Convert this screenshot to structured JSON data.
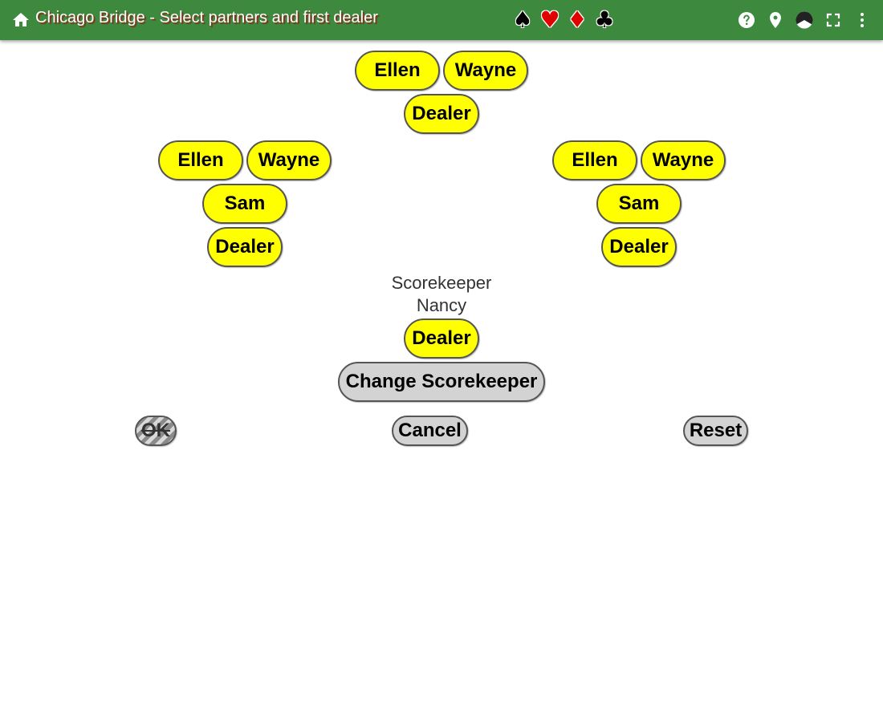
{
  "header": {
    "title": "Chicago Bridge - Select partners and first dealer",
    "suits": [
      {
        "symbol": "♠",
        "color": "#000000"
      },
      {
        "symbol": "♥",
        "color": "#e00000"
      },
      {
        "symbol": "♦",
        "color": "#e00000"
      },
      {
        "symbol": "♣",
        "color": "#000000"
      }
    ],
    "icons": [
      "home-icon",
      "help-icon",
      "location-icon",
      "theme-icon",
      "fullscreen-icon",
      "more-vert-icon"
    ]
  },
  "colors": {
    "topbar": "#3d8a3f",
    "player_button": "#ffff00",
    "action_button": "#d3d3d3"
  },
  "north": {
    "players": [
      "Ellen",
      "Wayne"
    ],
    "dealer_label": "Dealer"
  },
  "west": {
    "players": [
      "Ellen",
      "Wayne"
    ],
    "third": "Sam",
    "dealer_label": "Dealer"
  },
  "east": {
    "players": [
      "Ellen",
      "Wayne"
    ],
    "third": "Sam",
    "dealer_label": "Dealer"
  },
  "south": {
    "role": "Scorekeeper",
    "name": "Nancy",
    "dealer_label": "Dealer",
    "change_label": "Change Scorekeeper"
  },
  "actions": {
    "ok": "OK",
    "cancel": "Cancel",
    "reset": "Reset"
  }
}
